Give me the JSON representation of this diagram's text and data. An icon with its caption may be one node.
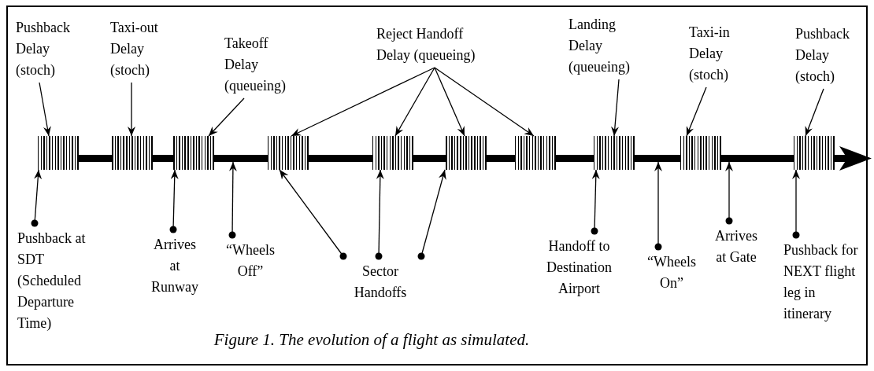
{
  "diagram": {
    "caption": "Figure 1. The evolution of a flight as simulated.",
    "nodes": [
      {
        "text": [
          "Pushback Delay (stoch)"
        ]
      },
      {
        "text": [
          "Taxi-out Delay (stoch)"
        ]
      },
      {
        "text": [
          "Takeoff Delay (queueing)"
        ]
      },
      {
        "text": [
          "Reject Handoff Delay (queueing)"
        ]
      },
      {
        "text": [
          "Landing Delay (queueing)"
        ]
      },
      {
        "text": [
          "Taxi-in Delay (stoch)"
        ]
      },
      {
        "text": [
          "Pushback Delay (stoch)"
        ]
      },
      {
        "text": [],
        "shape": "box"
      },
      {
        "text": [],
        "shape": "box"
      },
      {
        "text": [],
        "shape": "box"
      },
      {
        "text": [],
        "shape": "box"
      },
      {
        "text": [],
        "shape": "box"
      },
      {
        "text": [],
        "shape": "box"
      },
      {
        "text": [],
        "shape": "box"
      },
      {
        "text": [],
        "shape": "box"
      },
      {
        "text": [],
        "shape": "box"
      },
      {
        "text": [],
        "shape": "box"
      },
      {
        "text": [
          "Pushback at SDT (Scheduled Departure Time)"
        ]
      },
      {
        "text": [
          "Arrives at Runway"
        ]
      },
      {
        "text": [
          "“Wheels Off”"
        ]
      },
      {
        "text": [
          "Sector Handoffs"
        ]
      },
      {
        "text": [
          "Handoff to Destination Airport"
        ]
      },
      {
        "text": [
          "“Wheels On”"
        ]
      },
      {
        "text": [
          "Arrives at Gate"
        ]
      },
      {
        "text": [
          "Pushback for NEXT flight leg in itinerary"
        ]
      },
      {
        "text": [],
        "shape": "bar"
      }
    ],
    "edges": [
      {
        "from": 0,
        "to": 7,
        "arrow": "to"
      },
      {
        "from": 1,
        "to": 8,
        "arrow": "to"
      },
      {
        "from": 2,
        "to": 9,
        "arrow": "to"
      },
      {
        "from": 3,
        "to": 10,
        "arrow": "to"
      },
      {
        "from": 3,
        "to": 11,
        "arrow": "to"
      },
      {
        "from": 3,
        "to": 12,
        "arrow": "to"
      },
      {
        "from": 3,
        "to": 13,
        "arrow": "to"
      },
      {
        "from": 4,
        "to": 14,
        "arrow": "to"
      },
      {
        "from": 5,
        "to": 15,
        "arrow": "to"
      },
      {
        "from": 6,
        "to": 16,
        "arrow": "to"
      },
      {
        "from": 17,
        "to": 7,
        "arrow": "to"
      },
      {
        "from": 18,
        "to": 9,
        "arrow": "to"
      },
      {
        "from": 19,
        "to": 25,
        "arrow": "to"
      },
      {
        "from": 20,
        "to": 10,
        "arrow": "to"
      },
      {
        "from": 20,
        "to": 11,
        "arrow": "to"
      },
      {
        "from": 20,
        "to": 12,
        "arrow": "to"
      },
      {
        "from": 21,
        "to": 14,
        "arrow": "to"
      },
      {
        "from": 22,
        "to": 25,
        "arrow": "to"
      },
      {
        "from": 23,
        "to": 25,
        "arrow": "to"
      },
      {
        "from": 24,
        "to": 16,
        "arrow": "to"
      }
    ]
  }
}
